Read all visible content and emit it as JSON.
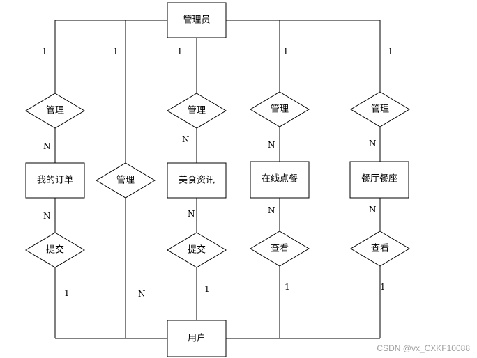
{
  "entities": {
    "admin": "管理员",
    "my_orders": "我的订单",
    "food_news": "美食资讯",
    "online_order": "在线点餐",
    "restaurant_seats": "餐厅餐座",
    "user": "用户"
  },
  "relations": {
    "manage_orders": "管理",
    "manage_user": "管理",
    "manage_news": "管理",
    "manage_online": "管理",
    "manage_seats": "管理",
    "submit_orders": "提交",
    "submit_news": "提交",
    "view_online": "查看",
    "view_seats": "查看"
  },
  "cardinalities": {
    "admin_orders": "1",
    "orders_manage": "N",
    "orders_submit": "N",
    "submit_orders_user": "1",
    "admin_user": "1",
    "user_manage": "N",
    "admin_news": "1",
    "news_manage": "N",
    "news_submit": "N",
    "submit_news_user": "1",
    "admin_online": "1",
    "online_manage": "N",
    "online_view": "N",
    "view_online_user": "1",
    "admin_seats": "1",
    "seats_manage": "N",
    "seats_view": "N",
    "view_seats_user": "1"
  },
  "watermark": "CSDN @vx_CXKF10088"
}
